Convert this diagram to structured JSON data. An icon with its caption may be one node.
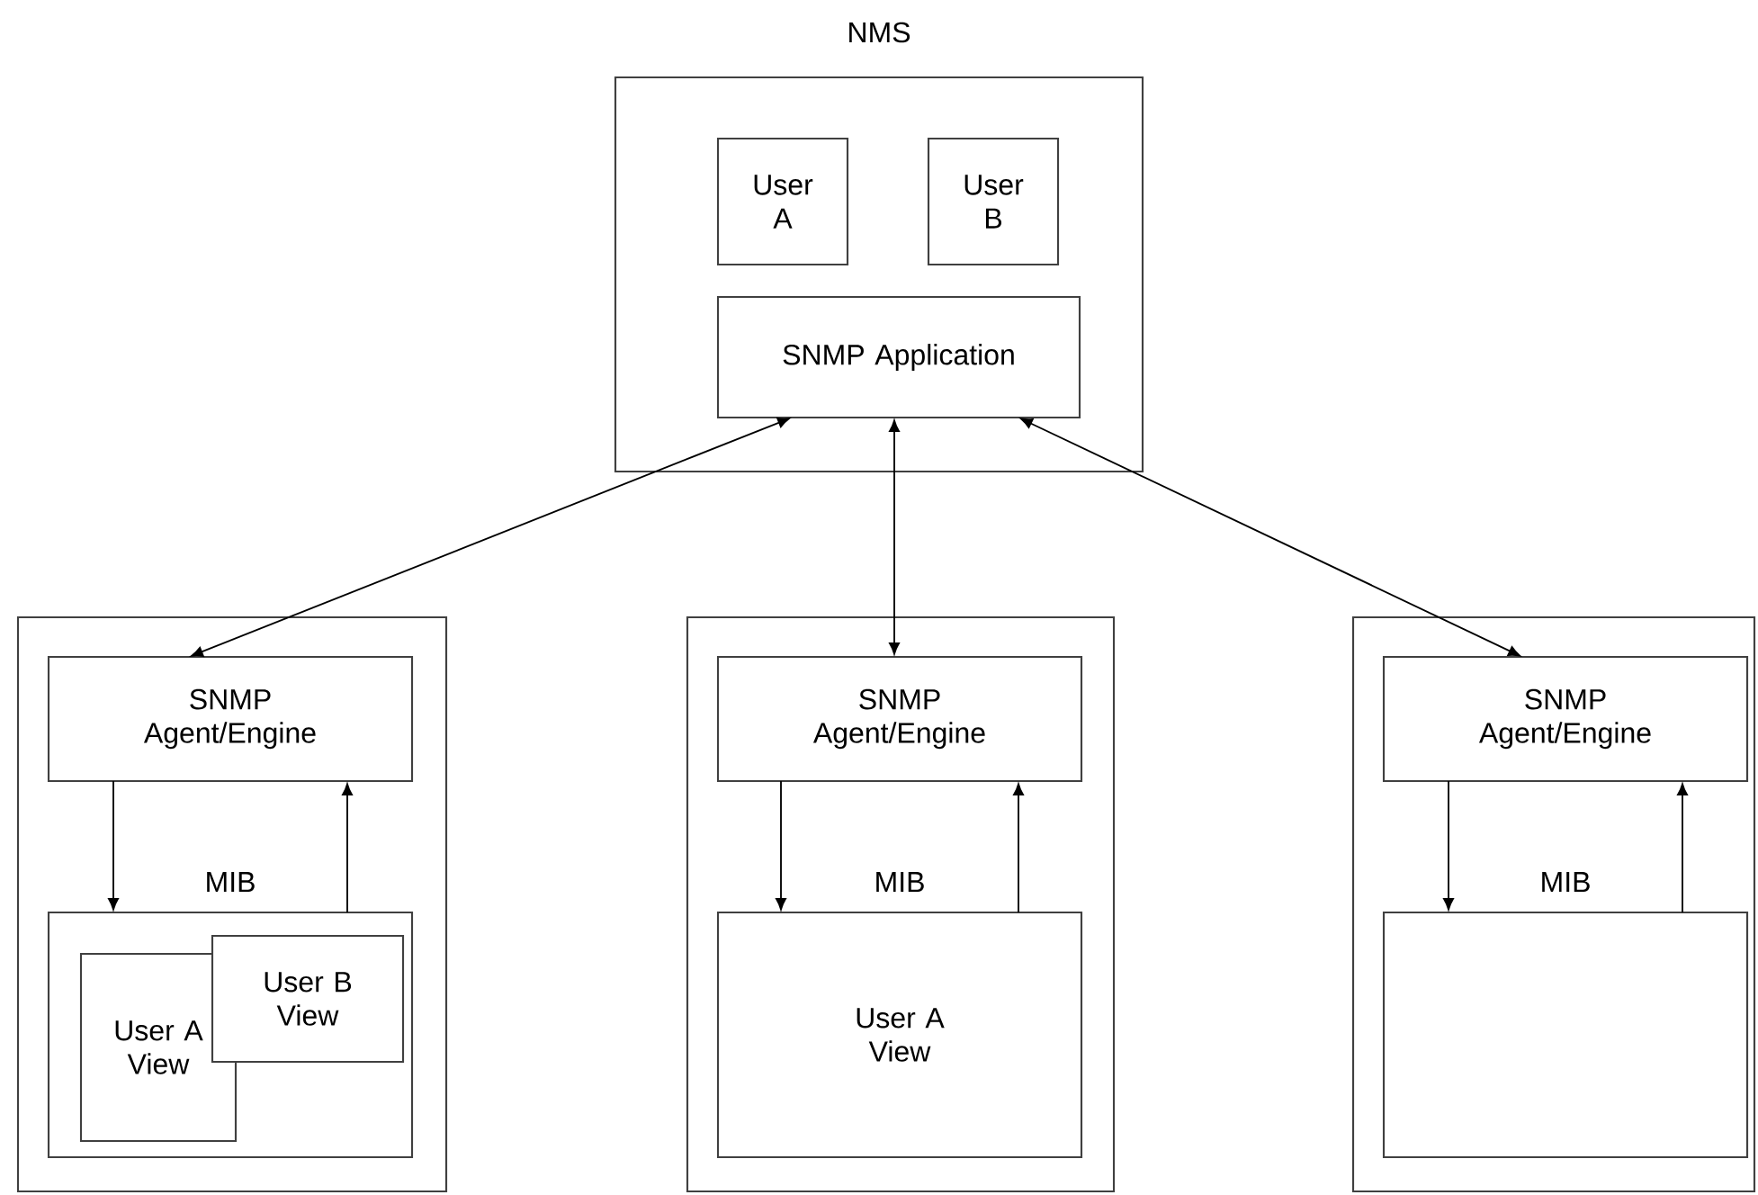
{
  "diagram": {
    "nodes": [
      {
        "text": [
          "NMS"
        ]
      },
      {
        "text": [
          "User A"
        ],
        "in": 0
      },
      {
        "text": [
          "User B"
        ],
        "in": 0
      },
      {
        "text": [
          "SNMP Application"
        ],
        "in": 0
      },
      {
        "text": [],
        "shape": "box"
      },
      {
        "text": [
          "SNMP Agent/Engine"
        ],
        "in": 4
      },
      {
        "text": [
          "MIB"
        ],
        "in": 4
      },
      {
        "text": [
          "User A View"
        ],
        "in": 6
      },
      {
        "text": [
          "User B View"
        ],
        "in": 6
      },
      {
        "text": [],
        "shape": "box"
      },
      {
        "text": [
          "SNMP Agent/Engine"
        ],
        "in": 9
      },
      {
        "text": [
          "MIB",
          "User A View"
        ],
        "in": 9
      },
      {
        "text": [],
        "shape": "box"
      },
      {
        "text": [
          "SNMP Agent/Engine"
        ],
        "in": 12
      },
      {
        "text": [
          "MIB"
        ],
        "in": 12
      }
    ],
    "edges": [
      {
        "from": 3,
        "to": 5,
        "arrow": "both"
      },
      {
        "from": 3,
        "to": 10,
        "arrow": "both"
      },
      {
        "from": 3,
        "to": 13,
        "arrow": "both"
      },
      {
        "from": 5,
        "to": 6,
        "arrow": "to"
      },
      {
        "from": 6,
        "to": 5,
        "arrow": "to"
      },
      {
        "from": 10,
        "to": 11,
        "arrow": "to"
      },
      {
        "from": 11,
        "to": 10,
        "arrow": "to"
      },
      {
        "from": 13,
        "to": 14,
        "arrow": "to"
      },
      {
        "from": 14,
        "to": 13,
        "arrow": "to"
      }
    ]
  }
}
